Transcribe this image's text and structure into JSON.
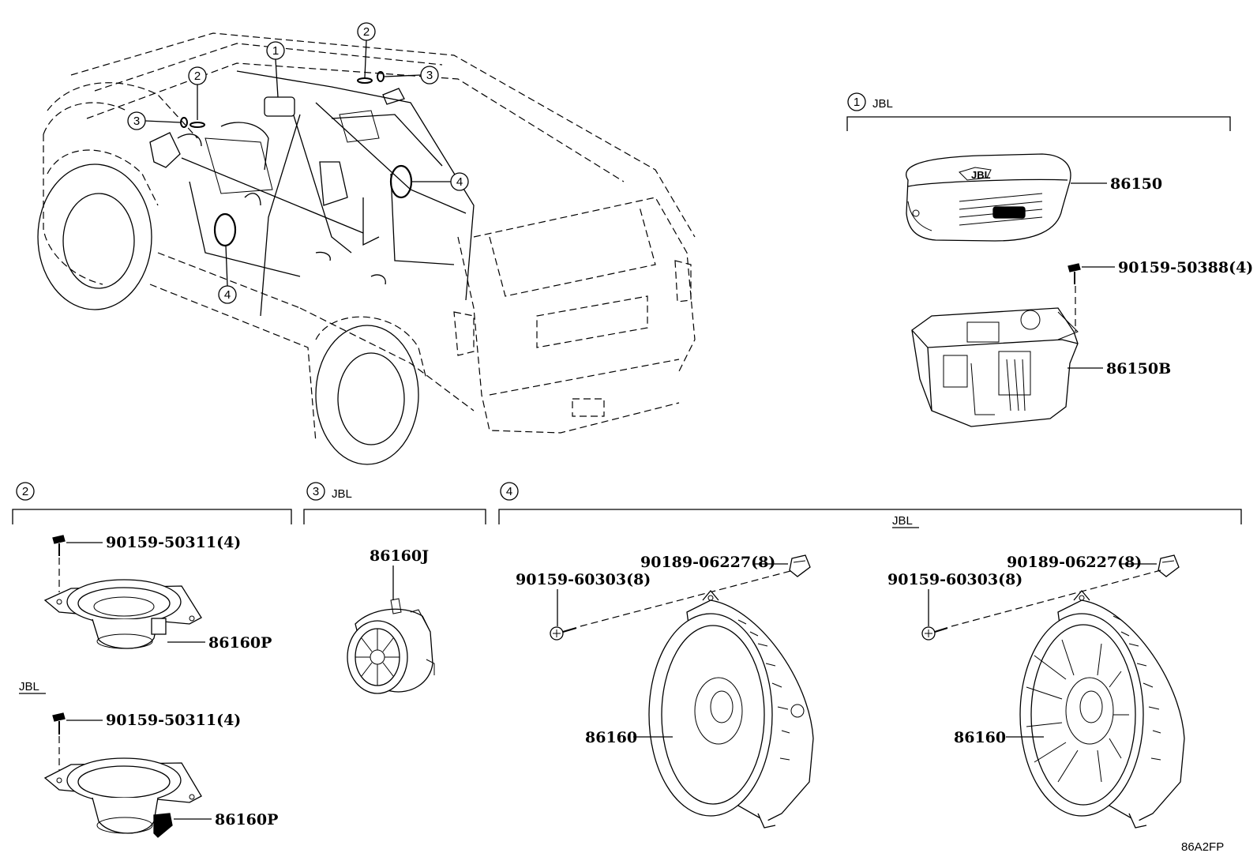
{
  "diagram_code": "86A2FP",
  "callouts": {
    "c1": "1",
    "c2": "2",
    "c3": "3",
    "c4": "4"
  },
  "brand": "JBL",
  "sections": {
    "s1": {
      "number": "1",
      "label": "JBL"
    },
    "s2": {
      "number": "2",
      "label": ""
    },
    "s2_sub": "JBL",
    "s3": {
      "number": "3",
      "label": "JBL"
    },
    "s4": {
      "number": "4",
      "label": ""
    },
    "s4_sub": "JBL"
  },
  "parts": {
    "p86150": "86150",
    "p90159_50388": "90159-50388(4)",
    "p86150B": "86150B",
    "p90159_50311_a": "90159-50311(4)",
    "p86160P_a": "86160P",
    "p90159_50311_b": "90159-50311(4)",
    "p86160P_b": "86160P",
    "p86160J": "86160J",
    "p90189_06227_a": "90189-06227(8)",
    "p90159_60303_a": "90159-60303(8)",
    "p86160_a": "86160",
    "p90189_06227_b": "90189-06227(8)",
    "p90159_60303_b": "90159-60303(8)",
    "p86160_b": "86160"
  }
}
